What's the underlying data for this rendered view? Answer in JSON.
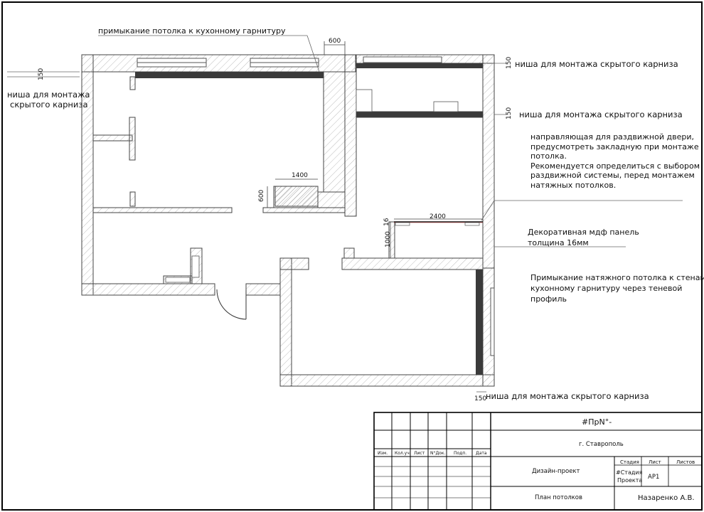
{
  "annotations": {
    "kitchen_abutment": "примыкание потолка к кухонному гарнитуру",
    "niche_top": "ниша для монтажа скрытого карниза",
    "niche_mid": "ниша для монтажа скрытого карниза",
    "niche_left_line1": "ниша для монтажа",
    "niche_left_line2": "скрытого карниза",
    "niche_bottom": "ниша для монтажа скрытого карниза",
    "sliding_door": [
      "направляющая для раздвижной двери,",
      "предусмотреть закладную при монтаже",
      " потолка.",
      "Рекомендуется определиться с выбором",
      " раздвижной системы, перед монтажем",
      "натяжных потолков."
    ],
    "mdf_panel": [
      "Декоративная мдф панель",
      "толщина 16мм"
    ],
    "shadow_profile": [
      "Примыкание натяжного потолка к стенам и",
      "кухонному гарнитуру через теневой",
      "профиль"
    ]
  },
  "dimensions": {
    "d600_top": "600",
    "d150_left": "150",
    "d150_top_right": "150",
    "d150_mid_right": "150",
    "d150_bottom": "150",
    "d1400": "1400",
    "d600_kitchen": "600",
    "d2400": "2400",
    "d16": "16",
    "d1000": "1000"
  },
  "title_block": {
    "project_code": "#ПрN°-",
    "city": "г. Ставрополь",
    "col_headers": [
      "Изм.",
      "Кол.уч.",
      "Лист",
      "N°Док.",
      "Подп.",
      "Дата"
    ],
    "design_project": "Дизайн-проект",
    "stage_label": "Стадия",
    "sheet_label": "Лист",
    "sheets_label": "Листов",
    "stage_value_1": "#Стадия",
    "stage_value_2": "Проекта",
    "sheet_value": "АР1",
    "plan_title": "План потолков",
    "author": "Назаренко А.В."
  }
}
